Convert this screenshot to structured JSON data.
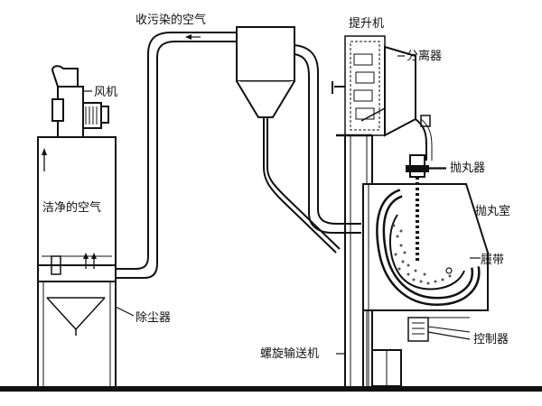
{
  "labels": {
    "polluted_air": "收污染的空气",
    "elevator": "提升机",
    "separator": "分离器",
    "fan": "风机",
    "clean_air": "洁净的空气",
    "shot_blaster": "抛丸器",
    "blast_chamber": "抛丸室",
    "track_belt": "履带",
    "dust_collector": "除尘器",
    "controller": "控制器",
    "screw_conveyor": "螺旋输送机"
  }
}
